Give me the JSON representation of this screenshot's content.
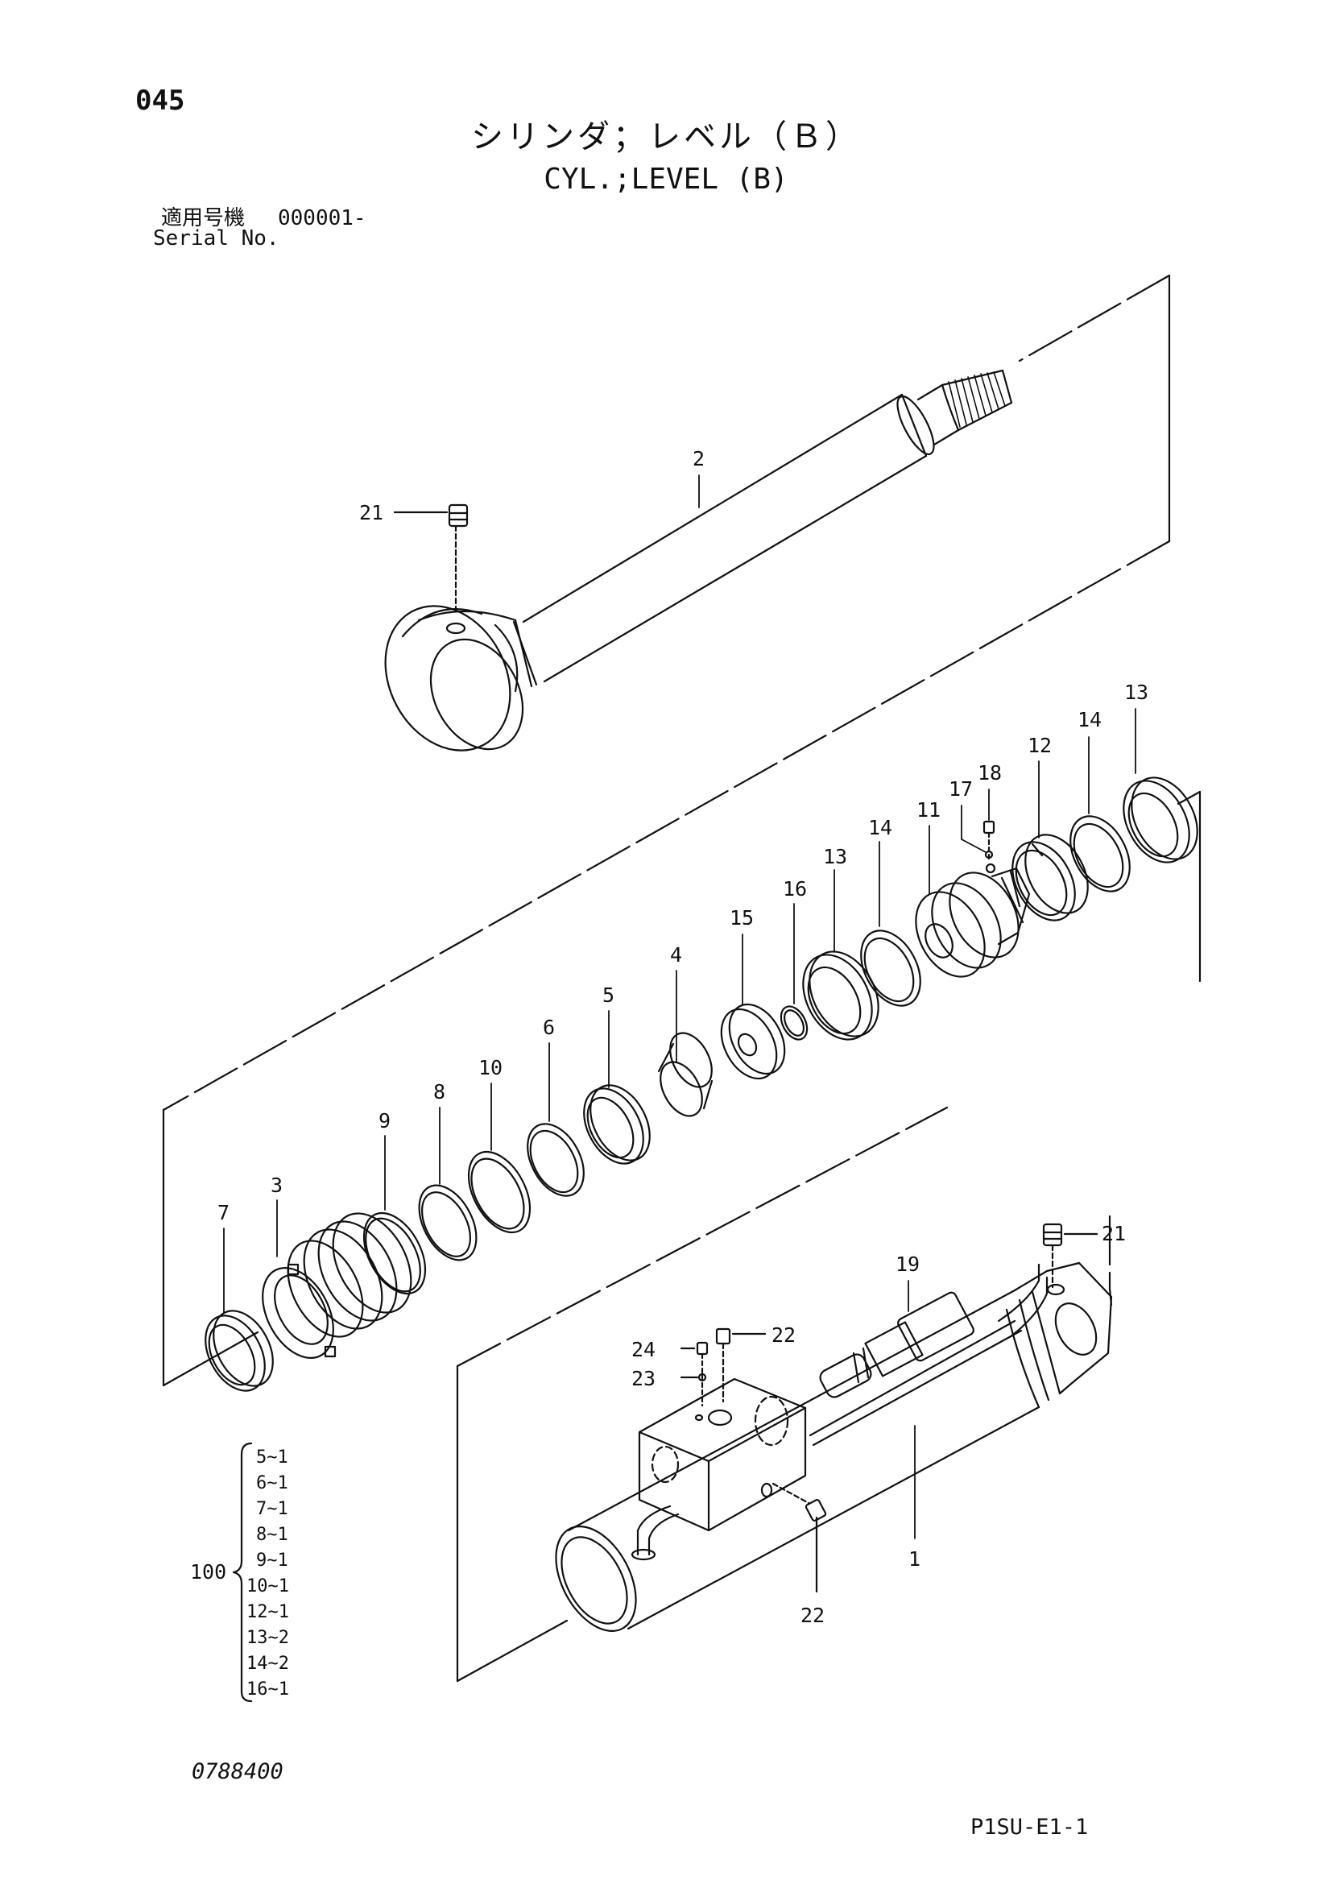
{
  "page_number": "045",
  "title_jp": "シリンダ；レベル（Ｂ）",
  "title_en": "CYL.;LEVEL (B)",
  "serial_label_jp": "適用号機",
  "serial_value": "000001-",
  "serial_label_en": "Serial No.",
  "drawing_number": "0788400",
  "sheet_code": "P1SU-E1-1",
  "callouts": {
    "c21_top": "21",
    "c2": "2",
    "c13_right": "13",
    "c14_right": "14",
    "c12": "12",
    "c18": "18",
    "c17": "17",
    "c11": "11",
    "c14_left": "14",
    "c13_left": "13",
    "c16": "16",
    "c15": "15",
    "c4": "4",
    "c5": "5",
    "c6": "6",
    "c10": "10",
    "c8": "8",
    "c9": "9",
    "c3": "3",
    "c7": "7",
    "c19": "19",
    "c21_bottom": "21",
    "c22_top": "22",
    "c24": "24",
    "c23": "23",
    "c1": "1",
    "c22_bottom": "22"
  },
  "kit": {
    "label": "100",
    "items": [
      "5~1",
      "6~1",
      "7~1",
      "8~1",
      "9~1",
      "10~1",
      "12~1",
      "13~2",
      "14~2",
      "16~1"
    ]
  }
}
